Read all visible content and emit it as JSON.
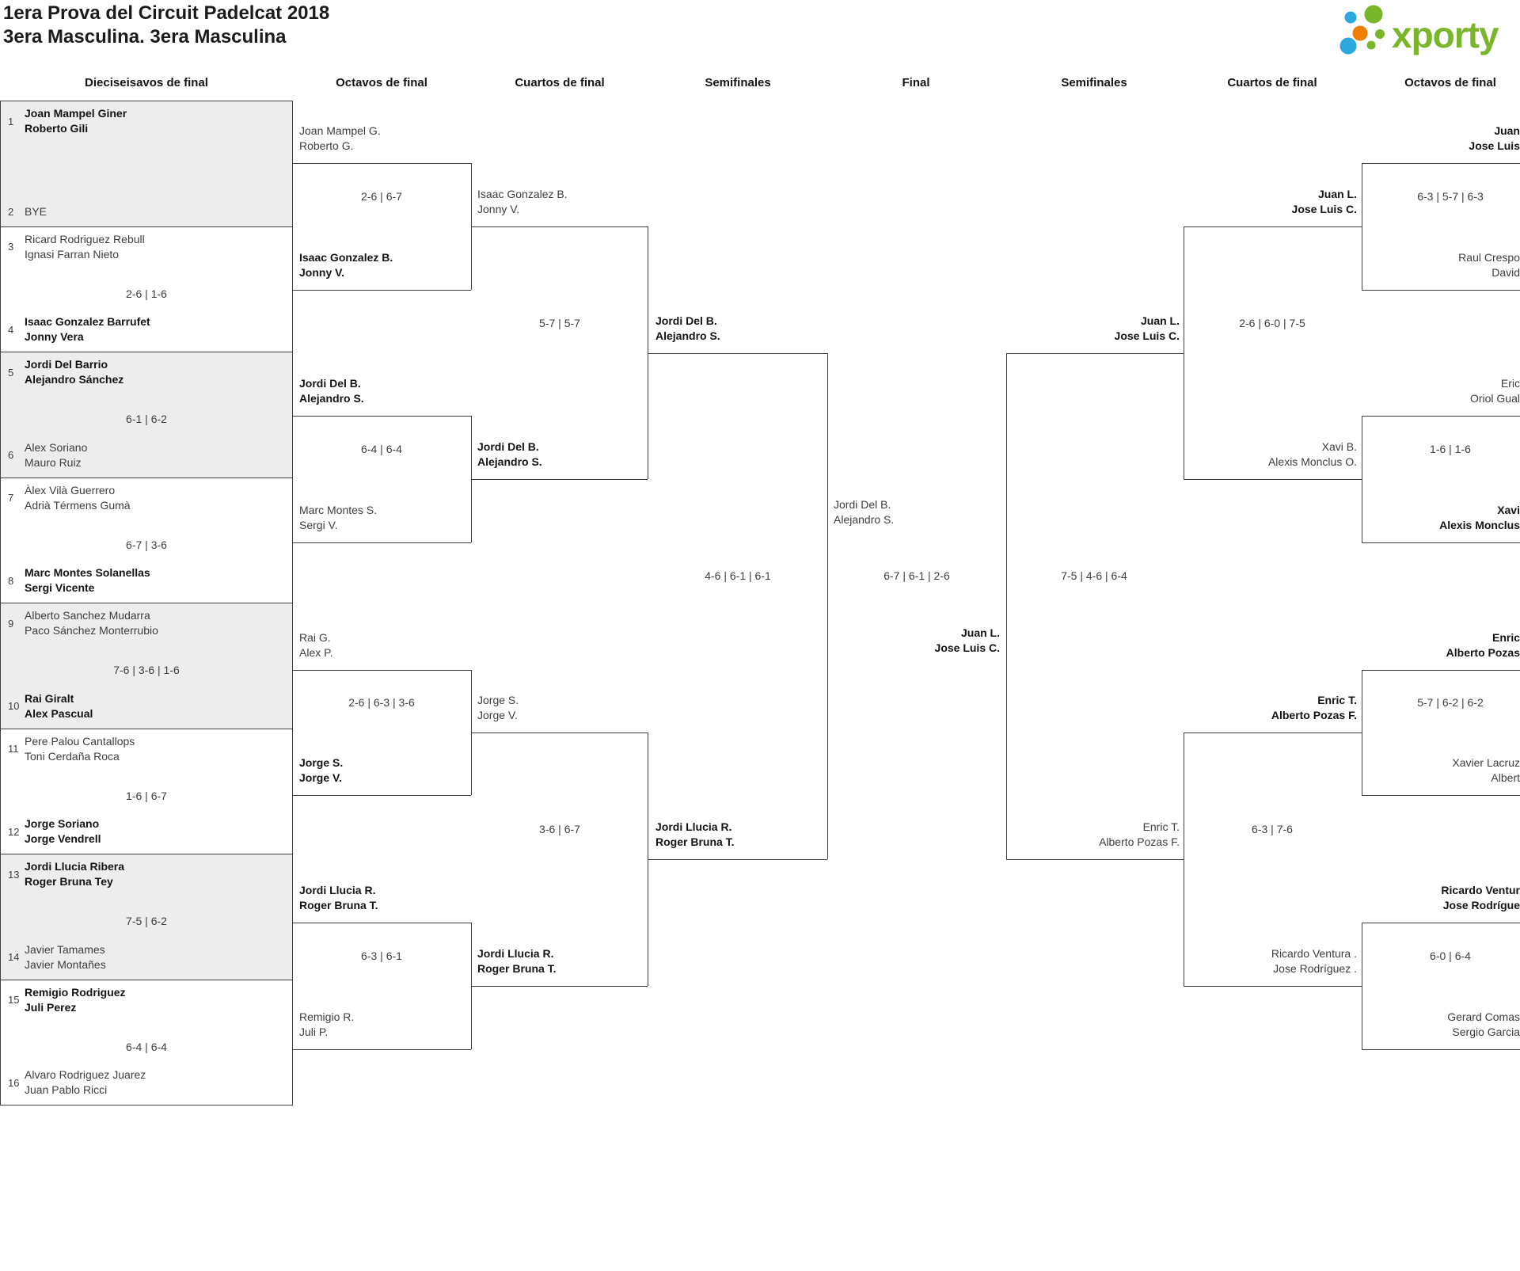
{
  "header": {
    "title": "1era Prova del Circuit Padelcat 2018",
    "subtitle": "3era Masculina. 3era Masculina",
    "logo_text": "xporty"
  },
  "colors": {
    "logo_green": "#7ab629",
    "logo_blue": "#2aa9e0",
    "logo_orange": "#ef7d00",
    "line": "#3f3f3f",
    "cell_gray": "#ededed"
  },
  "round_headers": [
    "Dieciseisavos de final",
    "Octavos de final",
    "Cuartos de final",
    "Semifinales",
    "Final",
    "Semifinales",
    "Cuartos de final",
    "Octavos de final"
  ],
  "first_round": [
    {
      "seed_top": "1",
      "top": [
        "Joan Mampel Giner",
        "Roberto Gili"
      ],
      "top_bold": true,
      "score": "",
      "seed_bottom": "2",
      "bottom": [
        "BYE"
      ],
      "bottom_bold": false
    },
    {
      "seed_top": "3",
      "top": [
        "Ricard Rodriguez Rebull",
        "Ignasi Farran Nieto"
      ],
      "top_bold": false,
      "score": "2-6 | 1-6",
      "seed_bottom": "4",
      "bottom": [
        "Isaac Gonzalez Barrufet",
        "Jonny Vera"
      ],
      "bottom_bold": true
    },
    {
      "seed_top": "5",
      "top": [
        "Jordi Del Barrio",
        "Alejandro Sánchez"
      ],
      "top_bold": true,
      "score": "6-1 | 6-2",
      "seed_bottom": "6",
      "bottom": [
        "Alex Soriano",
        "Mauro Ruiz"
      ],
      "bottom_bold": false
    },
    {
      "seed_top": "7",
      "top": [
        "Àlex Vilà Guerrero",
        "Adrià Térmens Gumà"
      ],
      "top_bold": false,
      "score": "6-7 | 3-6",
      "seed_bottom": "8",
      "bottom": [
        "Marc Montes Solanellas",
        "Sergi Vicente"
      ],
      "bottom_bold": true
    },
    {
      "seed_top": "9",
      "top": [
        "Alberto Sanchez Mudarra",
        "Paco Sánchez Monterrubio"
      ],
      "top_bold": false,
      "score": "7-6 | 3-6 | 1-6",
      "seed_bottom": "10",
      "bottom": [
        "Rai Giralt",
        "Alex Pascual"
      ],
      "bottom_bold": true
    },
    {
      "seed_top": "11",
      "top": [
        "Pere Palou Cantallops",
        "Toni Cerdaña Roca"
      ],
      "top_bold": false,
      "score": "1-6 | 6-7",
      "seed_bottom": "12",
      "bottom": [
        "Jorge Soriano",
        "Jorge Vendrell"
      ],
      "bottom_bold": true
    },
    {
      "seed_top": "13",
      "top": [
        "Jordi Llucia Ribera",
        "Roger Bruna Tey"
      ],
      "top_bold": true,
      "score": "7-5 | 6-2",
      "seed_bottom": "14",
      "bottom": [
        "Javier Tamames",
        "Javier Montañes"
      ],
      "bottom_bold": false
    },
    {
      "seed_top": "15",
      "top": [
        "Remigio Rodriguez",
        "Juli Perez"
      ],
      "top_bold": true,
      "score": "6-4 | 6-4",
      "seed_bottom": "16",
      "bottom": [
        "Alvaro Rodriguez Juarez",
        "Juan Pablo Ricci"
      ],
      "bottom_bold": false
    }
  ],
  "octavos_left": {
    "teams": [
      {
        "lines": [
          "Joan Mampel G.",
          "Roberto G."
        ],
        "bold": false
      },
      {
        "lines": [
          "Isaac Gonzalez B.",
          "Jonny V."
        ],
        "bold": true
      },
      {
        "lines": [
          "Jordi Del B.",
          "Alejandro S."
        ],
        "bold": true
      },
      {
        "lines": [
          "Marc Montes S.",
          "Sergi V."
        ],
        "bold": false
      },
      {
        "lines": [
          "Rai G.",
          "Alex P."
        ],
        "bold": false
      },
      {
        "lines": [
          "Jorge S.",
          "Jorge V."
        ],
        "bold": true
      },
      {
        "lines": [
          "Jordi Llucia R.",
          "Roger Bruna T."
        ],
        "bold": true
      },
      {
        "lines": [
          "Remigio R.",
          "Juli P."
        ],
        "bold": false
      }
    ],
    "scores": [
      "2-6 | 6-7",
      "6-4 | 6-4",
      "2-6 | 6-3 | 3-6",
      "6-3 | 6-1"
    ]
  },
  "cuartos_left": {
    "teams": [
      {
        "lines": [
          "Isaac Gonzalez B.",
          "Jonny V."
        ],
        "bold": false
      },
      {
        "lines": [
          "Jordi Del B.",
          "Alejandro S."
        ],
        "bold": true
      },
      {
        "lines": [
          "Jorge S.",
          "Jorge V."
        ],
        "bold": false
      },
      {
        "lines": [
          "Jordi Llucia R.",
          "Roger Bruna T."
        ],
        "bold": true
      }
    ],
    "scores": [
      "5-7 | 5-7",
      "3-6 | 6-7"
    ]
  },
  "semifinal_left": {
    "teams": [
      {
        "lines": [
          "Jordi Del B.",
          "Alejandro S."
        ],
        "bold": true
      },
      {
        "lines": [
          "Jordi Llucia R.",
          "Roger Bruna T."
        ],
        "bold": true
      }
    ],
    "score": "4-6 | 6-1 | 6-1"
  },
  "final": {
    "team_left": {
      "lines": [
        "Jordi Del B.",
        "Alejandro S."
      ],
      "bold": false
    },
    "team_right": {
      "lines": [
        "Juan L.",
        "Jose Luis C."
      ],
      "bold": true
    },
    "score": "6-7 | 6-1 | 2-6"
  },
  "semifinal_right": {
    "teams": [
      {
        "lines": [
          "Juan L.",
          "Jose Luis C."
        ],
        "bold": true
      },
      {
        "lines": [
          "Enric T.",
          "Alberto Pozas F."
        ],
        "bold": false
      }
    ],
    "score": "7-5 | 4-6 | 6-4"
  },
  "cuartos_right": {
    "teams": [
      {
        "lines": [
          "Juan L.",
          "Jose Luis C."
        ],
        "bold": true
      },
      {
        "lines": [
          "Xavi B.",
          "Alexis Monclus O."
        ],
        "bold": false
      },
      {
        "lines": [
          "Enric T.",
          "Alberto Pozas F."
        ],
        "bold": true
      },
      {
        "lines": [
          "Ricardo Ventura .",
          "Jose Rodríguez ."
        ],
        "bold": false
      }
    ],
    "scores": [
      "2-6 | 6-0 | 7-5",
      "6-3 | 7-6"
    ]
  },
  "octavos_right": {
    "teams": [
      {
        "lines": [
          "Juan",
          "Jose Luis"
        ],
        "bold": true
      },
      {
        "lines": [
          "Raul Crespo",
          "David"
        ],
        "bold": false
      },
      {
        "lines": [
          "Eric",
          "Oriol Gual"
        ],
        "bold": false
      },
      {
        "lines": [
          "Xavi",
          "Alexis Monclus"
        ],
        "bold": true
      },
      {
        "lines": [
          "Enric",
          "Alberto Pozas"
        ],
        "bold": true
      },
      {
        "lines": [
          "Xavier Lacruz",
          "Albert"
        ],
        "bold": false
      },
      {
        "lines": [
          "Ricardo Ventur",
          "Jose Rodrígue"
        ],
        "bold": true
      },
      {
        "lines": [
          "Gerard Comas",
          "Sergio Garcia"
        ],
        "bold": false
      }
    ],
    "scores": [
      "6-3 | 5-7 | 6-3",
      "1-6 | 1-6",
      "5-7 | 6-2 | 6-2",
      "6-0 | 6-4"
    ]
  }
}
